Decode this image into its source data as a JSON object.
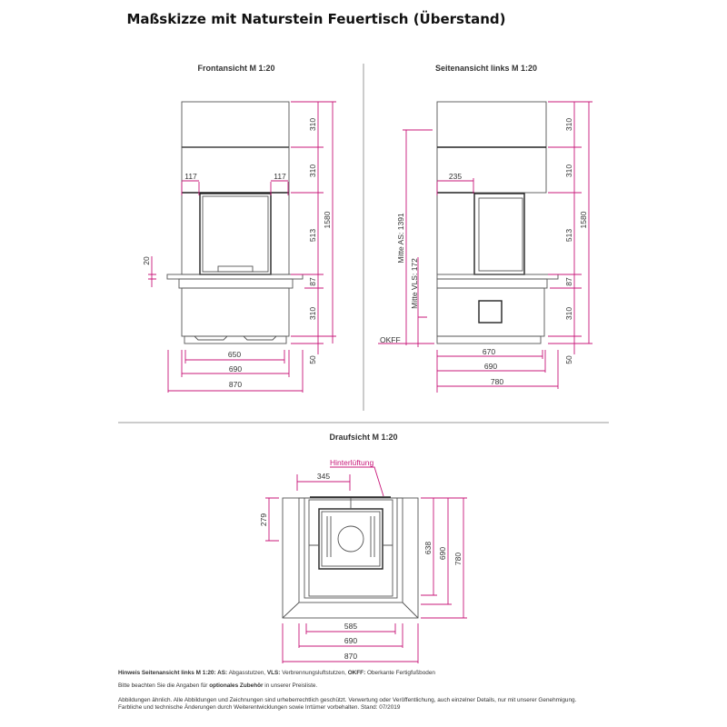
{
  "title": "Maßskizze mit Naturstein Feuertisch (Überstand)",
  "front_view": {
    "label": "Frontansicht M 1:20",
    "dims": {
      "h1": "310",
      "h2": "310",
      "h3": "513",
      "h4": "87",
      "h5": "310",
      "h6": "50",
      "total": "1580",
      "left_offset": "117",
      "right_offset": "117",
      "shelf": "20",
      "w1": "650",
      "w2": "690",
      "w3": "870"
    }
  },
  "side_view": {
    "label": "Seitenansicht links M 1:20",
    "dims": {
      "h1": "310",
      "h2": "310",
      "h3": "513",
      "h4": "87",
      "h5": "310",
      "h6": "50",
      "total": "1580",
      "offset": "235",
      "w1": "670",
      "w2": "690",
      "w3": "780"
    },
    "as_label": "Mitte AS: 1391",
    "vls_label": "Mitte VLS: 172",
    "okff_label": "OKFF"
  },
  "top_view": {
    "label": "Draufsicht M 1:20",
    "annotation": "Hinterlüftung",
    "dims": {
      "top": "345",
      "left": "279",
      "r1": "638",
      "r2": "690",
      "r3": "780",
      "w1": "585",
      "w2": "690",
      "w3": "870"
    }
  },
  "notes": {
    "line1_bold_a": "Hinweis Seitenansicht links M 1:20: AS:",
    "line1_a": " Abgasstutzen, ",
    "line1_bold_b": "VLS:",
    "line1_b": " Verbrennungsluftstutzen, ",
    "line1_bold_c": "OKFF:",
    "line1_c": " Oberkante Fertigfußboden",
    "line2_a": "Bitte beachten Sie die Angaben für ",
    "line2_bold": "optionales Zubehör",
    "line2_b": " in unserer Preisliste.",
    "line3": "Abbildungen ähnlich. Alle Abbildungen und Zeichnungen sind urheberrechtlich geschützt. Verwertung oder Veröffentlichung, auch einzelner Details, nur mit unserer Genehmigung.",
    "line4": "Farbliche und technische Änderungen durch Weiterentwicklungen sowie Irrtümer vorbehalten. Stand: 07/2019"
  },
  "colors": {
    "dimension": "#c8187a",
    "outline": "#555555"
  }
}
